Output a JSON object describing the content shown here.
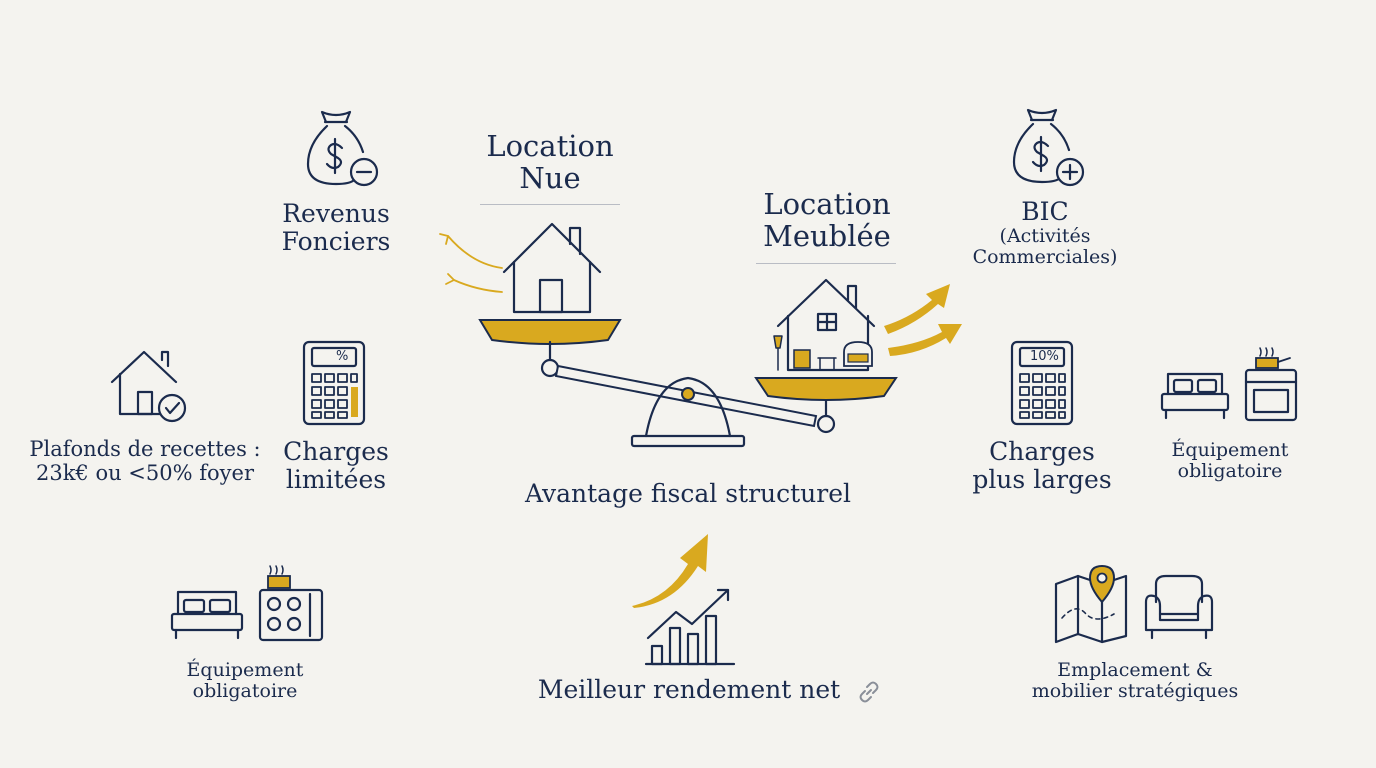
{
  "left": {
    "revenus": {
      "line1": "Revenus",
      "line2": "Fonciers"
    },
    "plafonds": {
      "line1": "Plafonds de recettes :",
      "line2": "23k€ ou <50% foyer"
    },
    "charges": {
      "line1": "Charges",
      "line2": "limitées",
      "calculator_text": "%"
    },
    "equipement": {
      "line1": "Équipement",
      "line2": "obligatoire"
    }
  },
  "center": {
    "nue_title": {
      "line1": "Location",
      "line2": "Nue"
    },
    "meublee_title": {
      "line1": "Location",
      "line2": "Meublée"
    },
    "avantage": "Avantage fiscal structurel",
    "rendement": "Meilleur rendement net"
  },
  "right": {
    "bic": {
      "line1": "BIC",
      "line2": "(Activités",
      "line3": "Commerciales)"
    },
    "charges": {
      "line1": "Charges",
      "line2": "plus larges",
      "calculator_text": "10%"
    },
    "equipement": {
      "line1": "Équipement",
      "line2": "obligatoire"
    },
    "emplacement": {
      "line1": "Emplacement &",
      "line2": "mobilier stratégiques"
    }
  },
  "colors": {
    "navy": "#1b2b4d",
    "gold": "#d9a91f",
    "background": "#f4f3ef"
  },
  "icons": [
    "money-bag-minus-icon",
    "money-bag-plus-icon",
    "house-check-icon",
    "calculator-icon",
    "bed-icon",
    "stove-icon",
    "balance-scale-icon",
    "growth-chart-icon",
    "map-pin-icon",
    "armchair-icon",
    "link-icon"
  ]
}
